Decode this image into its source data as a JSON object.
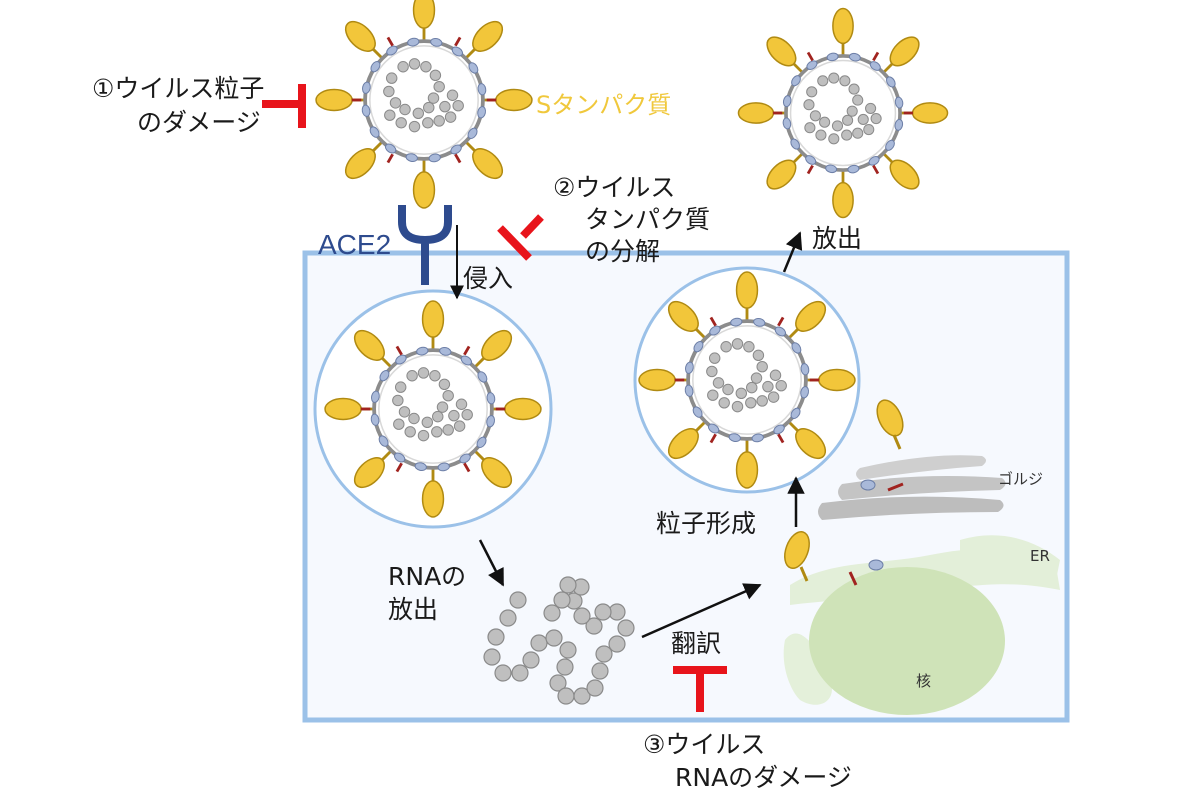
{
  "colors": {
    "cell_border": "#9bc1e8",
    "cell_fill": "#f6f9fe",
    "spike_fill": "#f2c63a",
    "spike_stroke": "#b08a12",
    "envelope": "#8c8c8c",
    "e_protein": "#a9b9d9",
    "m_protein": "#a1231f",
    "rna_bead": "#bfbfbf",
    "rna_stroke": "#8a8a8a",
    "inhibitor_red": "#e8141b",
    "ace2_blue": "#2e4b8e",
    "s_protein_label": "#f0c83c",
    "nucleus": "#cfe3b8",
    "er": "#e2eed6",
    "golgi": "#c8c8c8",
    "arrow": "#111111"
  },
  "icons": {
    "spike": "spike-protein-icon",
    "receptor": "ace2-receptor-icon",
    "inhibit": "inhibitor-t-bar-icon"
  },
  "labels": {
    "inhibit1_line1": "①ウイルス粒子",
    "inhibit1_line2": "のダメージ",
    "s_protein": "Sタンパク質",
    "inhibit2_line1": "②ウイルス",
    "inhibit2_line2": "タンパク質",
    "inhibit2_line3": "の分解",
    "ace2": "ACE2",
    "entry": "侵入",
    "release": "放出",
    "assembly": "粒子形成",
    "rna_release_line1": "RNAの",
    "rna_release_line2": "放出",
    "translation": "翻訳",
    "golgi": "ゴルジ",
    "er": "ER",
    "nucleus": "核",
    "inhibit3_line1": "③ウイルス",
    "inhibit3_line2": "RNAのダメージ"
  }
}
